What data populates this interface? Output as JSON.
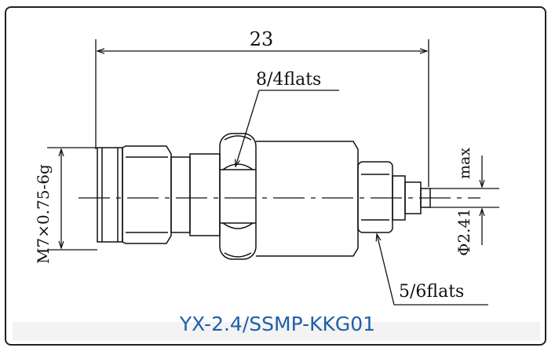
{
  "drawing": {
    "overall_length": "23",
    "hex_left_note": "8/4flats",
    "hex_right_note": "5/6flats",
    "thread_spec": "M7×0.75-6g",
    "pin_diameter": "Φ2.41",
    "pin_max": "max"
  },
  "caption": "YX-2.4/SSMP-KKG01",
  "colors": {
    "caption": "#1f5fa8",
    "line": "#111111"
  }
}
